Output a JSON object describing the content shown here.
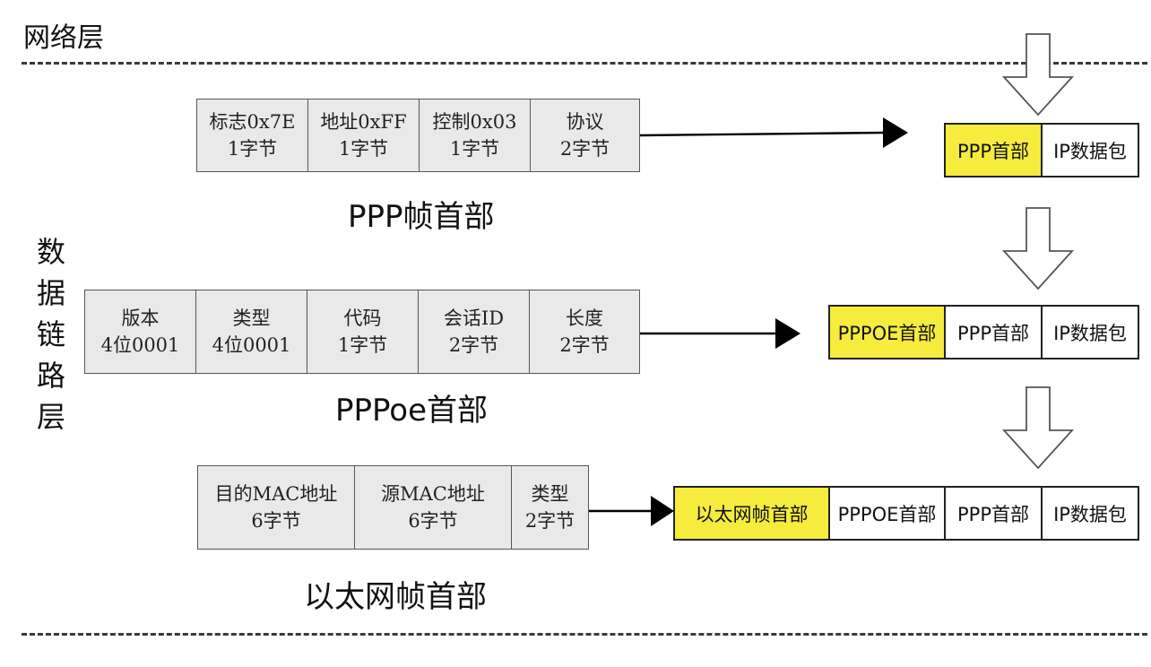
{
  "network_layer": {
    "label": "网络层"
  },
  "datalink_layer": {
    "label": "数据链路层"
  },
  "ppp_header": {
    "caption": "PPP帧首部",
    "fields": [
      {
        "name": "标志0x7E",
        "size": "1字节"
      },
      {
        "name": "地址0xFF",
        "size": "1字节"
      },
      {
        "name": "控制0x03",
        "size": "1字节"
      },
      {
        "name": "协议",
        "size": "2字节"
      }
    ]
  },
  "pppoe_header": {
    "caption": "PPPoe首部",
    "fields": [
      {
        "name": "版本",
        "size": "4位0001"
      },
      {
        "name": "类型",
        "size": "4位0001"
      },
      {
        "name": "代码",
        "size": "1字节"
      },
      {
        "name": "会话ID",
        "size": "2字节"
      },
      {
        "name": "长度",
        "size": "2字节"
      }
    ]
  },
  "ethernet_header": {
    "caption": "以太网帧首部",
    "fields": [
      {
        "name": "目的MAC地址",
        "size": "6字节"
      },
      {
        "name": "源MAC地址",
        "size": "6字节"
      },
      {
        "name": "类型",
        "size": "2字节"
      }
    ]
  },
  "stacks": {
    "ppp": [
      "PPP首部",
      "IP数据包"
    ],
    "pppoe": [
      "PPPOE首部",
      "PPP首部",
      "IP数据包"
    ],
    "ethernet": [
      "以太网帧首部",
      "PPPOE首部",
      "PPP首部",
      "IP数据包"
    ]
  },
  "colors": {
    "highlight": "#f5ec3d",
    "field_bg": "#e9e9e9",
    "line": "#000000"
  }
}
